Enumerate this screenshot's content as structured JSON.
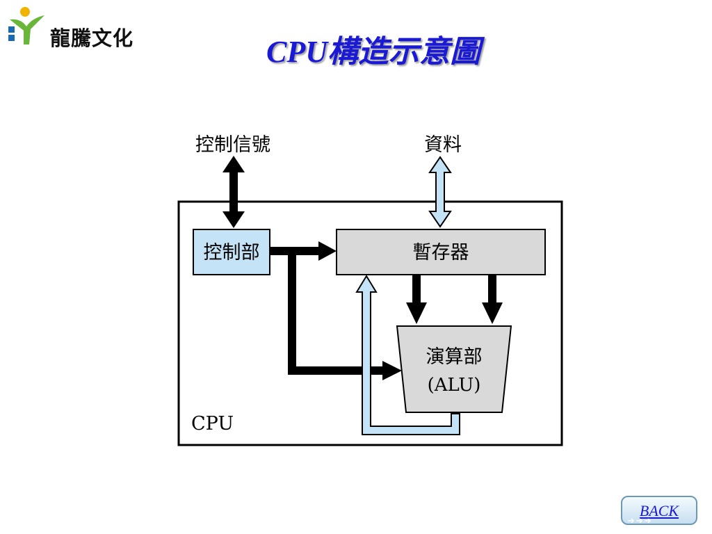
{
  "header": {
    "logo_text": "龍騰文化",
    "title": "CPU構造示意圖"
  },
  "diagram": {
    "label_control_signal": "控制信號",
    "label_data": "資料",
    "control_unit": "控制部",
    "register": "暫存器",
    "alu_line1": "演算部",
    "alu_line2": "(ALU)",
    "cpu_label": "CPU"
  },
  "nav": {
    "back_label": "BACK"
  },
  "colors": {
    "title": "#1a1ad6",
    "light_blue": "#c5e3f7",
    "gray_box": "#d9d9d9",
    "logo_green": "#6ab63a",
    "logo_blue": "#1a6ab0",
    "logo_yellow": "#f0b400"
  },
  "icons": {
    "logo": "tree-person-logo",
    "back_arrows": "arrow-right-icon"
  }
}
